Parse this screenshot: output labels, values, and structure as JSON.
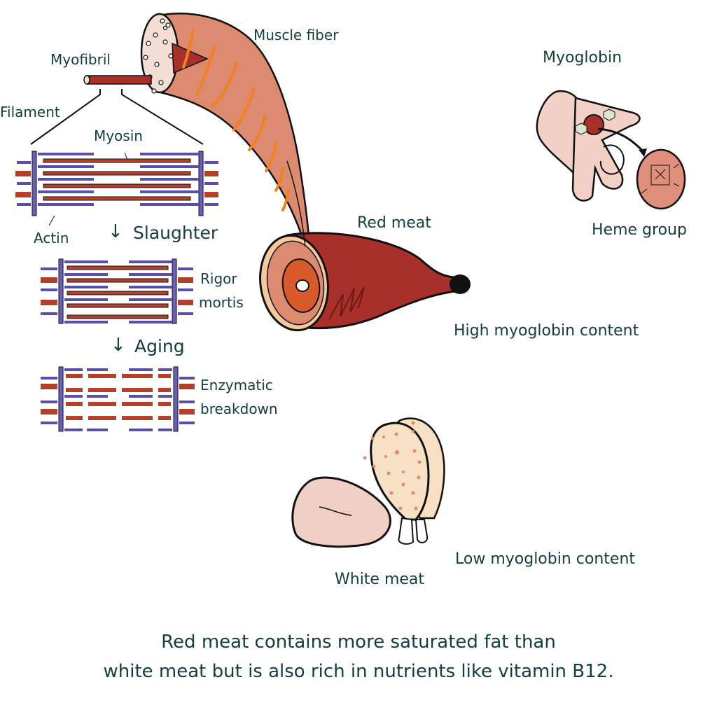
{
  "labels": {
    "muscle_fiber": "Muscle fiber",
    "myofibril": "Myofibril",
    "filament": "Filament",
    "myosin": "Myosin",
    "actin": "Actin",
    "slaughter": "Slaughter",
    "rigor_mortis_line1": "Rigor",
    "rigor_mortis_line2": "mortis",
    "aging": "Aging",
    "enzymatic_line1": "Enzymatic",
    "enzymatic_line2": "breakdown",
    "red_meat": "Red meat",
    "myoglobin": "Myoglobin",
    "heme_group": "Heme group",
    "high_myoglobin": "High myoglobin content",
    "low_myoglobin": "Low myoglobin content",
    "white_meat": "White meat"
  },
  "arrows": {
    "down_arrow": "↓"
  },
  "caption": {
    "line1": "Red meat contains more saturated fat than",
    "line2": "white meat but is also rich in nutrients like vitamin B12."
  },
  "colors": {
    "text": "#143d3d",
    "muscle": "#dc8a70",
    "stripe": "#f08020",
    "myosin": "#b5402a",
    "actin": "#5a4fa8",
    "z_disc": "#6a60b8",
    "red_meat": "#a8302a",
    "myoglobin_ribbon": "#f2d0c6",
    "heme": "#e0907a",
    "chicken": "#f7e0c4",
    "breast": "#f0cfc4"
  }
}
